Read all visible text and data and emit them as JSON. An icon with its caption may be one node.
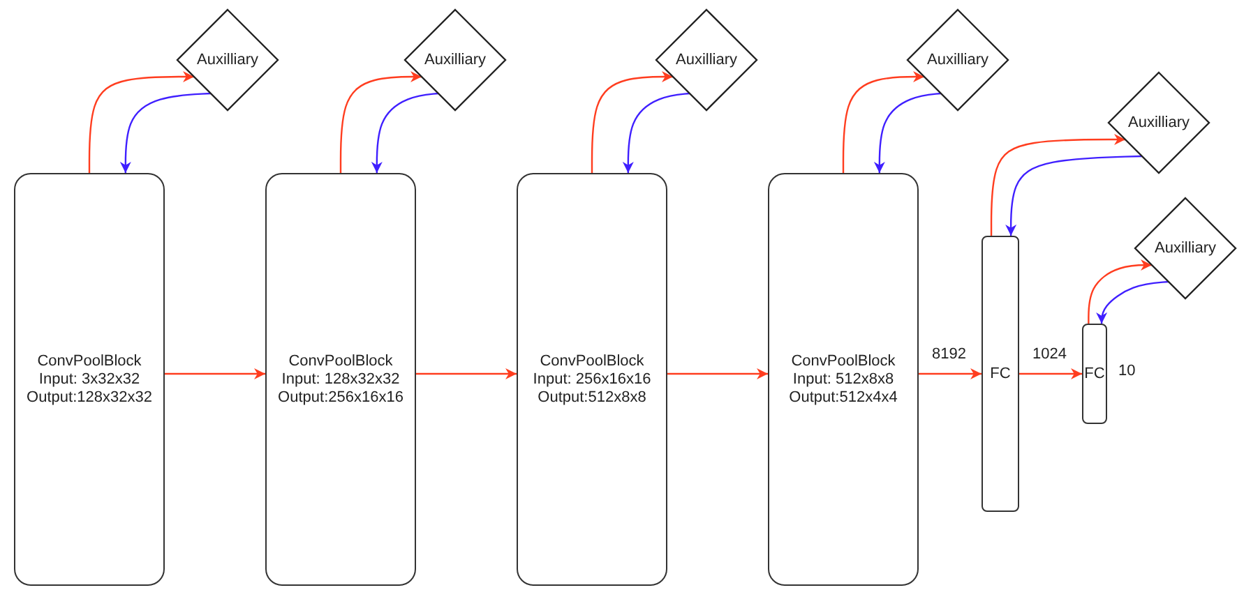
{
  "diagram": {
    "nodes": [
      {
        "text": [
          "ConvPoolBlock",
          "Input: 3x32x32",
          "Output:128x32x32"
        ]
      },
      {
        "text": [
          "ConvPoolBlock",
          "Input: 128x32x32",
          "Output:256x16x16"
        ]
      },
      {
        "text": [
          "ConvPoolBlock",
          "Input: 256x16x16",
          "Output:512x8x8"
        ]
      },
      {
        "text": [
          "ConvPoolBlock",
          "Input: 512x8x8",
          "Output:512x4x4"
        ]
      },
      {
        "text": [
          "FC"
        ]
      },
      {
        "text": [
          "FC"
        ],
        "beside": [
          "10"
        ]
      },
      {
        "text": [
          "Auxilliary"
        ]
      },
      {
        "text": [
          "Auxilliary"
        ]
      },
      {
        "text": [
          "Auxilliary"
        ]
      },
      {
        "text": [
          "Auxilliary"
        ]
      },
      {
        "text": [
          "Auxilliary"
        ]
      },
      {
        "text": [
          "Auxilliary"
        ]
      }
    ],
    "edges": [
      {
        "from": 0,
        "to": 1,
        "arrow": "to"
      },
      {
        "from": 1,
        "to": 2,
        "arrow": "to"
      },
      {
        "from": 2,
        "to": 3,
        "arrow": "to"
      },
      {
        "from": 3,
        "to": 4,
        "arrow": "to",
        "label": "8192"
      },
      {
        "from": 4,
        "to": 5,
        "arrow": "to",
        "label": "1024"
      },
      {
        "from": 0,
        "to": 6,
        "arrow": "to"
      },
      {
        "from": 6,
        "to": 0,
        "arrow": "to",
        "color": "#3f1fff"
      },
      {
        "from": 1,
        "to": 7,
        "arrow": "to"
      },
      {
        "from": 7,
        "to": 1,
        "arrow": "to",
        "color": "#3f1fff"
      },
      {
        "from": 2,
        "to": 8,
        "arrow": "to"
      },
      {
        "from": 8,
        "to": 2,
        "arrow": "to",
        "color": "#3f1fff"
      },
      {
        "from": 3,
        "to": 9,
        "arrow": "to"
      },
      {
        "from": 9,
        "to": 3,
        "arrow": "to",
        "color": "#3f1fff"
      },
      {
        "from": 4,
        "to": 10,
        "arrow": "to"
      },
      {
        "from": 10,
        "to": 4,
        "arrow": "to",
        "color": "#3f1fff"
      },
      {
        "from": 5,
        "to": 11,
        "arrow": "to"
      },
      {
        "from": 11,
        "to": 5,
        "arrow": "to",
        "color": "#3f1fff"
      }
    ]
  }
}
